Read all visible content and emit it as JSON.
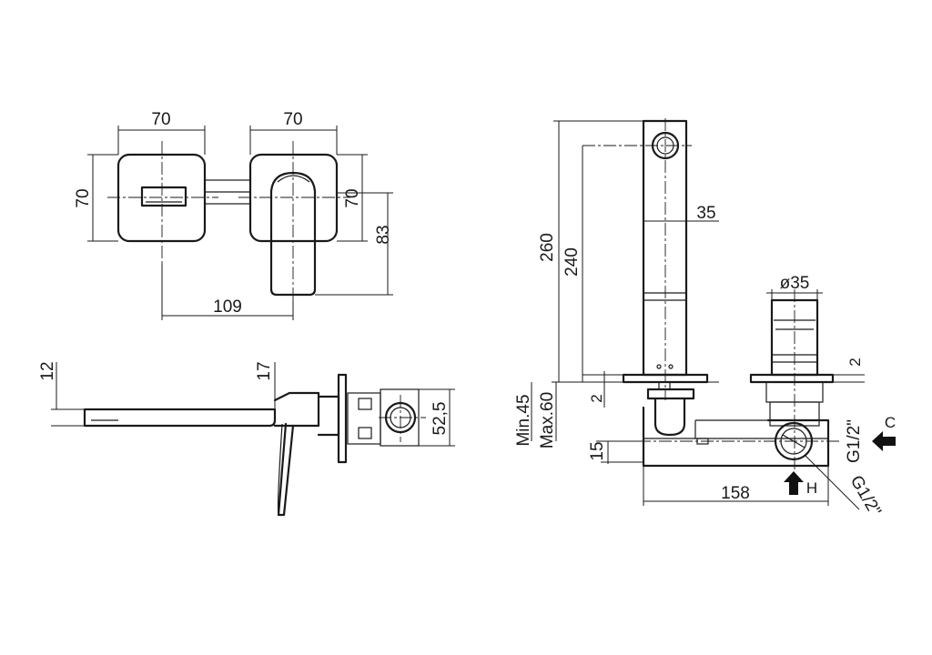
{
  "top_view": {
    "width_left": "70",
    "width_right": "70",
    "height_left": "70",
    "height_right": "70",
    "handle_depth": "83",
    "spacing": "109"
  },
  "side_view": {
    "spout_thickness": "12",
    "handle_offset": "17",
    "body_depth": "52,5"
  },
  "section_view": {
    "total_height": "260",
    "outlet_height": "240",
    "spout_width": "35",
    "cartridge_diameter": "ø35",
    "plate_gap_left": "2",
    "plate_gap_right": "2",
    "min_depth": "Min.45",
    "max_depth": "Max.60",
    "inlet_offset": "15",
    "body_length": "158",
    "thread_cold": "G1/2\"",
    "thread_hot": "G1/2\"",
    "cold_label": "C",
    "hot_label": "H"
  },
  "colors": {
    "line": "#1a1a1a",
    "background": "#ffffff"
  }
}
